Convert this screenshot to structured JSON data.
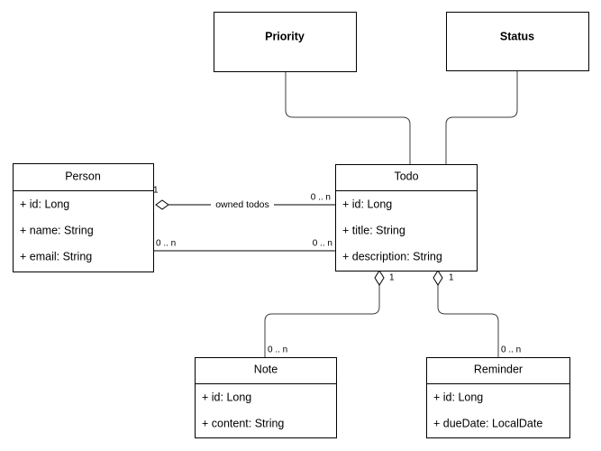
{
  "diagram": {
    "type": "uml-class-diagram",
    "background_color": "#ffffff",
    "line_color": "#3c3c3c",
    "border_color": "#000000",
    "text_color": "#000000",
    "classes": [
      {
        "id": "priority",
        "name": "Priority",
        "bold_title": true,
        "has_compartments": false,
        "attributes": []
      },
      {
        "id": "status",
        "name": "Status",
        "bold_title": true,
        "has_compartments": false,
        "attributes": []
      },
      {
        "id": "person",
        "name": "Person",
        "bold_title": false,
        "has_compartments": true,
        "attributes": [
          "+ id: Long",
          "+ name: String",
          "+ email: String"
        ]
      },
      {
        "id": "todo",
        "name": "Todo",
        "bold_title": false,
        "has_compartments": true,
        "attributes": [
          "+ id: Long",
          "+ title: String",
          "+ description: String"
        ]
      },
      {
        "id": "note",
        "name": "Note",
        "bold_title": false,
        "has_compartments": true,
        "attributes": [
          "+ id: Long",
          "+ content: String"
        ]
      },
      {
        "id": "reminder",
        "name": "Reminder",
        "bold_title": false,
        "has_compartments": true,
        "attributes": [
          "+ id: Long",
          "+ dueDate: LocalDate"
        ]
      }
    ],
    "relations": [
      {
        "id": "person-todo-owned",
        "from": "person",
        "to": "todo",
        "label": "owned todos",
        "source_multiplicity": "1",
        "target_multiplicity": "0 .. n",
        "source_decoration": "hollow-diamond"
      },
      {
        "id": "person-todo-plain",
        "from": "person",
        "to": "todo",
        "label": "",
        "source_multiplicity": "0 .. n",
        "target_multiplicity": "0 .. n",
        "source_decoration": "none"
      },
      {
        "id": "todo-priority",
        "from": "todo",
        "to": "priority",
        "label": "",
        "source_multiplicity": "",
        "target_multiplicity": "",
        "source_decoration": "none"
      },
      {
        "id": "todo-status",
        "from": "todo",
        "to": "status",
        "label": "",
        "source_multiplicity": "",
        "target_multiplicity": "",
        "source_decoration": "none"
      },
      {
        "id": "todo-note",
        "from": "todo",
        "to": "note",
        "label": "",
        "source_multiplicity": "1",
        "target_multiplicity": "0 .. n",
        "source_decoration": "hollow-diamond"
      },
      {
        "id": "todo-reminder",
        "from": "todo",
        "to": "reminder",
        "label": "",
        "source_multiplicity": "1",
        "target_multiplicity": "0 .. n",
        "source_decoration": "hollow-diamond"
      }
    ]
  }
}
